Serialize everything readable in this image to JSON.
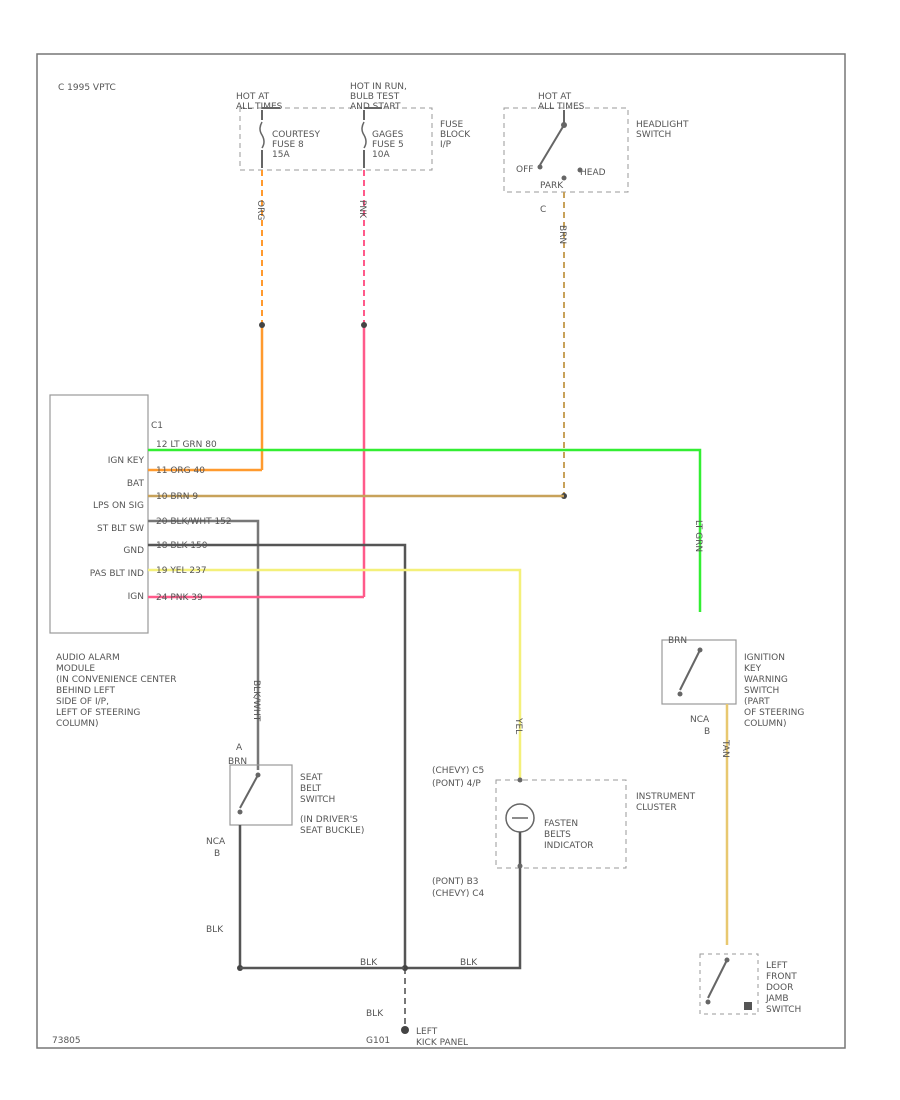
{
  "copyright": "C 1995 VPTC",
  "figure_id": "73805",
  "fuse_block": {
    "hot1": [
      "HOT AT",
      "ALL TIMES"
    ],
    "hot2": [
      "HOT IN RUN,",
      "BULB TEST",
      "AND START"
    ],
    "fuse1": [
      "COURTESY",
      "FUSE 8",
      "15A"
    ],
    "fuse2": [
      "GAGES",
      "FUSE 5",
      "10A"
    ],
    "label": [
      "FUSE",
      "BLOCK",
      "I/P"
    ]
  },
  "headlight_switch": {
    "hot": [
      "HOT AT",
      "ALL TIMES"
    ],
    "label": [
      "HEADLIGHT",
      "SWITCH"
    ],
    "off": "OFF",
    "head": "HEAD",
    "park": "PARK",
    "conn": "C"
  },
  "module": {
    "pins": [
      "IGN KEY",
      "BAT",
      "LPS ON SIG",
      "ST BLT SW",
      "GND",
      "PAS BLT IND",
      "IGN"
    ],
    "conn": "C1",
    "description": [
      "AUDIO ALARM",
      "MODULE",
      "(IN CONVENIENCE CENTER",
      "BEHIND LEFT",
      "SIDE OF I/P,",
      "LEFT OF STEERING",
      "COLUMN)"
    ]
  },
  "wires": [
    {
      "label": "12 LT GRN 80",
      "color": "#33ee33"
    },
    {
      "label": "11 ORG 40",
      "color": "#ff9a2e"
    },
    {
      "label": "10 BRN 9",
      "color": "#c8a25a"
    },
    {
      "label": "20 BLK/WHT 152",
      "color": "#777777"
    },
    {
      "label": "18 BLK 150",
      "color": "#555555"
    },
    {
      "label": "19 YEL 237",
      "color": "#f4f07a"
    },
    {
      "label": "24 PNK 39",
      "color": "#ff5a8a"
    }
  ],
  "wire_tags": {
    "org": "ORG",
    "pnk": "PNK",
    "brn": "BRN",
    "lt_grn": "LT GRN",
    "blk_wht": "BLK/WHT",
    "yel": "YEL",
    "tan": "TAN",
    "blk": "BLK"
  },
  "seat_belt_switch": {
    "conn": "A",
    "wire": "BRN",
    "label": [
      "SEAT",
      "BELT",
      "SWITCH",
      "(IN DRIVER'S",
      "SEAT BUCKLE)"
    ],
    "ncs": [
      "NCA",
      "B"
    ]
  },
  "ignition_switch": {
    "wire": "BRN",
    "label": [
      "IGNITION",
      "KEY",
      "WARNING",
      "SWITCH",
      "(PART",
      "OF STEERING",
      "COLUMN)"
    ],
    "ncs": [
      "NCA",
      "B"
    ]
  },
  "instrument_cluster": {
    "top": [
      "(CHEVY) C5",
      "(PONT) 4/P"
    ],
    "label": [
      "INSTRUMENT",
      "CLUSTER"
    ],
    "indicator": [
      "FASTEN",
      "BELTS",
      "INDICATOR"
    ],
    "bottom": [
      "(PONT) B3",
      "(CHEVY) C4"
    ]
  },
  "door_switch": {
    "label": [
      "LEFT",
      "FRONT",
      "DOOR",
      "JAMB",
      "SWITCH"
    ]
  },
  "ground": {
    "label": [
      "LEFT",
      "KICK PANEL"
    ],
    "g": "G101"
  },
  "colors": {
    "lt_grn": "#33ee33",
    "org": "#ff9a2e",
    "brn": "#c8a25a",
    "pnk": "#ff5a8a",
    "yel": "#f4f07a",
    "blk": "#555555",
    "tan": "#e8c870"
  }
}
